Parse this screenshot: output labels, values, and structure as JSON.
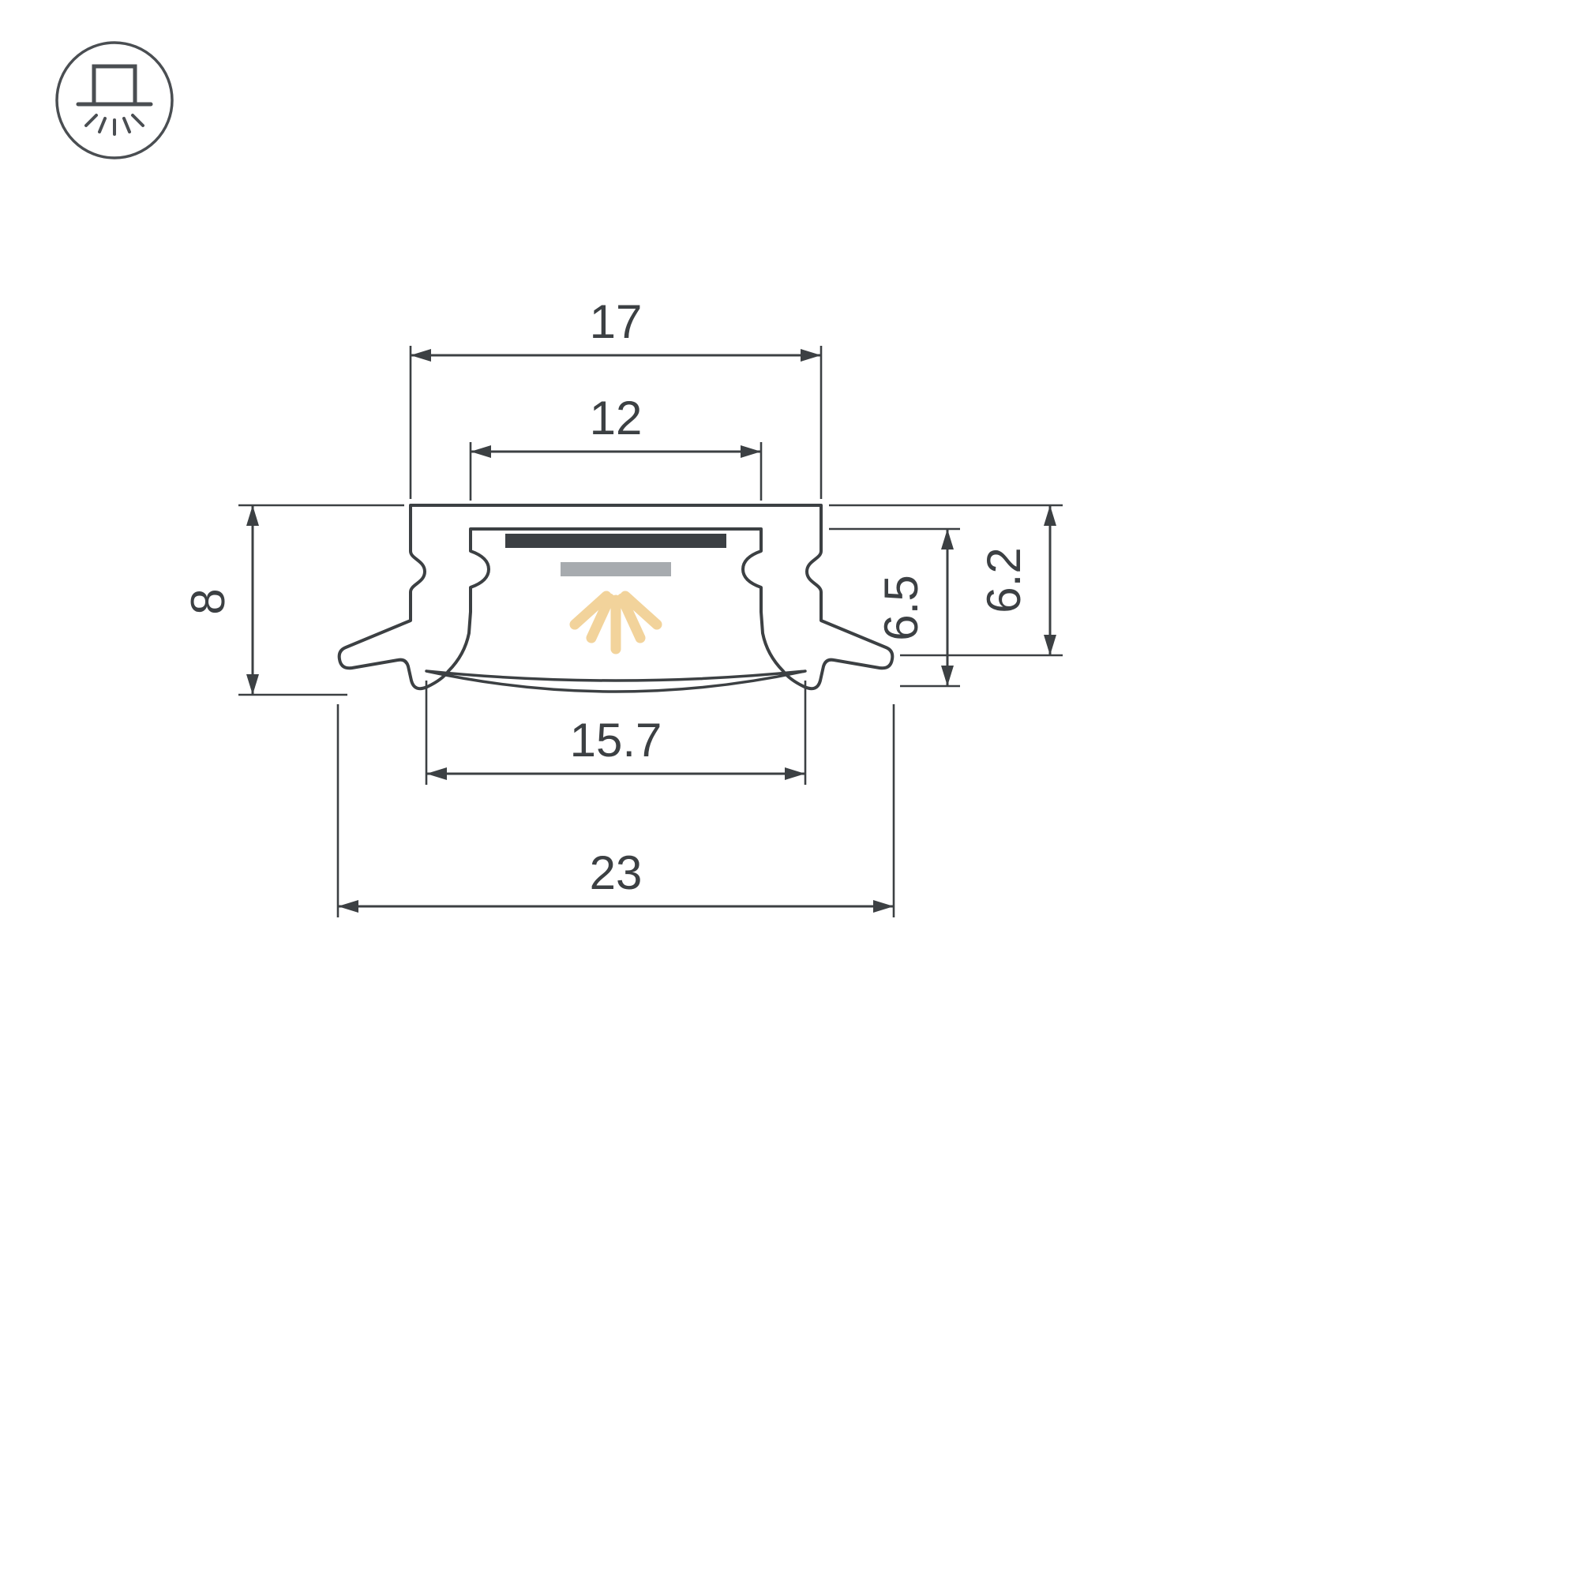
{
  "drawing": {
    "type": "led-profile-cross-section",
    "icon": "recessed-downlight-icon",
    "colors": {
      "line": "#3c4043",
      "pcb_strip": "#3b3f43",
      "led_body": "#a7abaf",
      "light_ray": "#f2d39b"
    },
    "dimensions": {
      "top_width": "17",
      "inner_width": "12",
      "height": "8",
      "inner_depth": "6.5",
      "recess_depth": "6.2",
      "lens_width": "15.7",
      "overall_width": "23"
    }
  }
}
